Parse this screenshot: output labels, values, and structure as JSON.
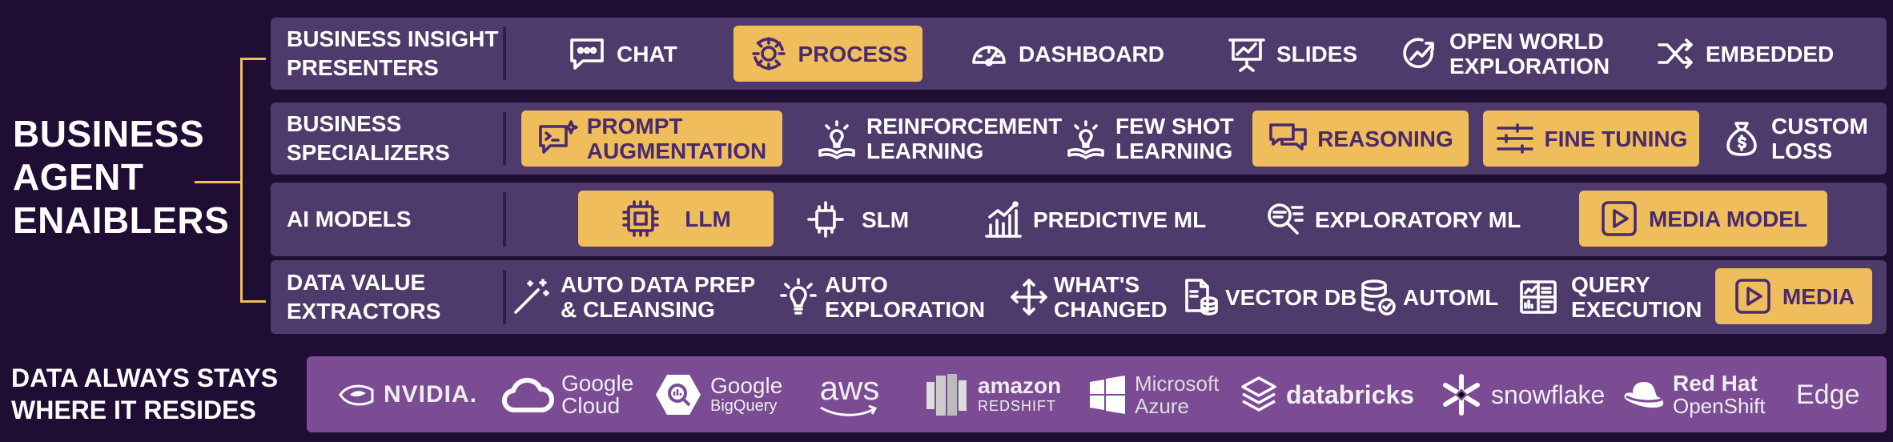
{
  "title": {
    "line1": "BUSINESS",
    "line2": "AGENT",
    "line3": "ENAIBLERS"
  },
  "rows": [
    {
      "label1": "BUSINESS INSIGHT",
      "label2": "PRESENTERS",
      "items": [
        {
          "l1": "CHAT",
          "icon": "chat-icon"
        },
        {
          "l1": "PROCESS",
          "icon": "process-gear-icon",
          "highlight": true
        },
        {
          "l1": "DASHBOARD",
          "icon": "dashboard-gauge-icon"
        },
        {
          "l1": "SLIDES",
          "icon": "slides-presentation-icon"
        },
        {
          "l1": "OPEN WORLD",
          "l2": "EXPLORATION",
          "icon": "exploration-icon"
        },
        {
          "l1": "EMBEDDED",
          "icon": "embedded-shuffle-icon"
        }
      ]
    },
    {
      "label1": "BUSINESS",
      "label2": "SPECIALIZERS",
      "items": [
        {
          "l1": "PROMPT",
          "l2": "AUGMENTATION",
          "icon": "prompt-sparkle-icon",
          "highlight": true
        },
        {
          "l1": "REINFORCEMENT",
          "l2": "LEARNING",
          "icon": "lightbulb-book-icon"
        },
        {
          "l1": "FEW SHOT",
          "l2": "LEARNING",
          "icon": "lightbulb-book-icon"
        },
        {
          "l1": "REASONING",
          "icon": "reasoning-chat-icon",
          "highlight": true
        },
        {
          "l1": "FINE TUNING",
          "icon": "sliders-icon",
          "highlight": true
        },
        {
          "l1": "CUSTOM",
          "l2": "LOSS",
          "icon": "money-bag-icon"
        }
      ]
    },
    {
      "label1": "AI MODELS",
      "items": [
        {
          "l1": "LLM",
          "icon": "chip-icon",
          "highlight": true
        },
        {
          "l1": "SLM",
          "icon": "small-chip-icon"
        },
        {
          "l1": "PREDICTIVE ML",
          "icon": "bar-chart-trend-icon"
        },
        {
          "l1": "EXPLORATORY ML",
          "icon": "search-list-icon"
        },
        {
          "l1": "MEDIA MODEL",
          "icon": "play-icon",
          "highlight": true
        }
      ]
    },
    {
      "label1": "DATA VALUE",
      "label2": "EXTRACTORS",
      "items": [
        {
          "l1": "AUTO DATA PREP",
          "l2": "& CLEANSING",
          "icon": "magic-wand-icon"
        },
        {
          "l1": "AUTO",
          "l2": "EXPLORATION",
          "icon": "lightbulb-icon"
        },
        {
          "l1": "WHAT'S",
          "l2": "CHANGED",
          "icon": "move-arrows-icon"
        },
        {
          "l1": "VECTOR DB",
          "icon": "vector-db-icon"
        },
        {
          "l1": "AUTOML",
          "icon": "database-cycle-icon"
        },
        {
          "l1": "QUERY",
          "l2": "EXECUTION",
          "icon": "query-grid-icon"
        },
        {
          "l1": "MEDIA",
          "icon": "play-icon",
          "highlight": true
        }
      ]
    }
  ],
  "bottom_label": {
    "line1": "DATA ALWAYS STAYS",
    "line2": "WHERE IT RESIDES"
  },
  "platforms": {
    "nvidia": "NVIDIA.",
    "gcloud1": "Google",
    "gcloud2": "Cloud",
    "bq1": "Google",
    "bq2": "BigQuery",
    "aws": "aws",
    "amazon": "amazon",
    "redshift": "REDSHIFT",
    "ms1": "Microsoft",
    "ms2": "Azure",
    "databricks": "databricks",
    "snowflake": "snowflake",
    "rh1": "Red Hat",
    "rh2": "OpenShift",
    "edge": "Edge"
  },
  "colors": {
    "background": "#1f0d33",
    "row": "#4f3b6b",
    "highlight": "#f0bd5c",
    "highlight_text": "#4a2a6f",
    "platform_bar": "#7b4b94"
  }
}
